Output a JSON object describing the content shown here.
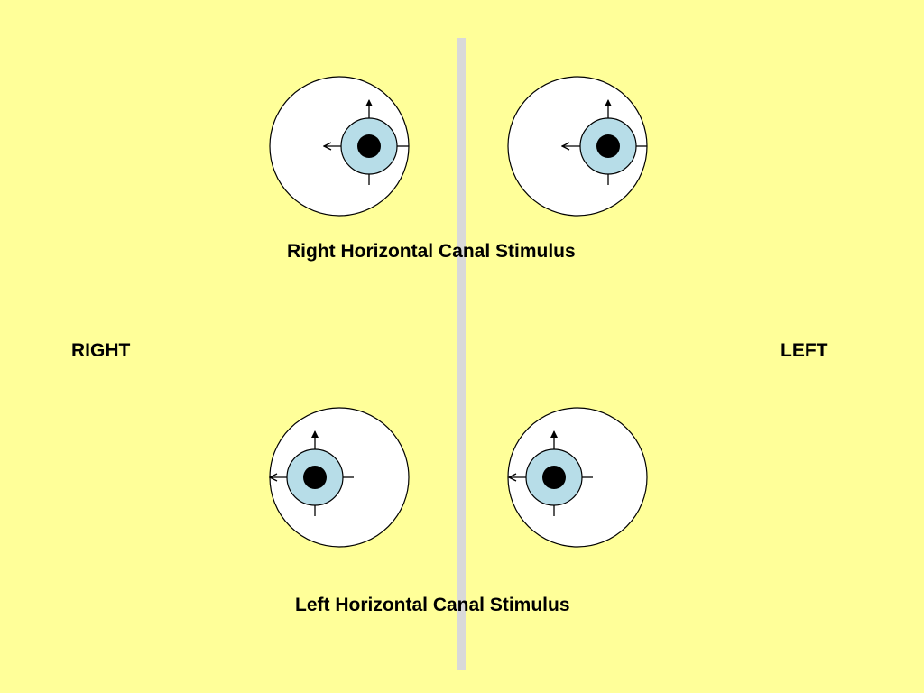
{
  "labels": {
    "right_stimulus": "Right Horizontal Canal Stimulus",
    "left_stimulus": "Left Horizontal Canal Stimulus",
    "right_side": "RIGHT",
    "left_side": "LEFT"
  },
  "colors": {
    "background": "#ffff99",
    "divider": "#d9d9d9",
    "eyeball": "#ffffff",
    "iris": "#b7dde8",
    "pupil": "#000000",
    "stroke": "#000000"
  }
}
